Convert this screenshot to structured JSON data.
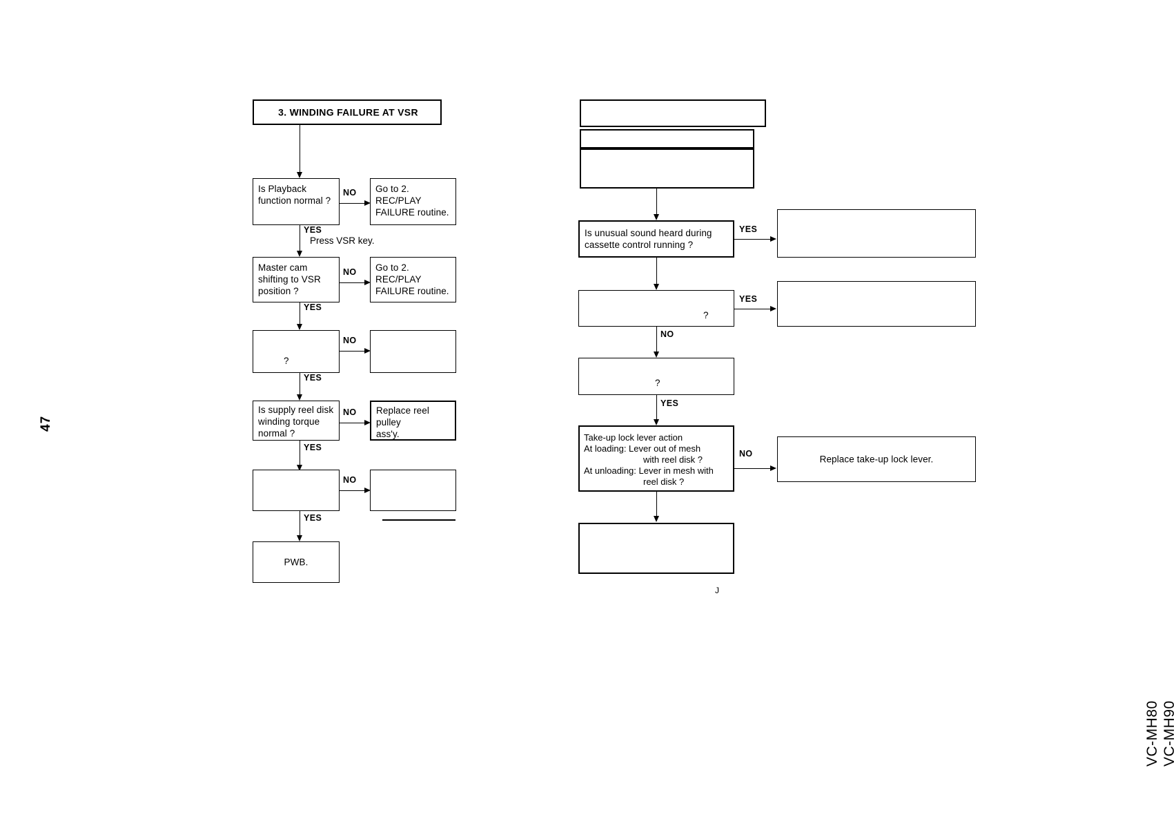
{
  "document": {
    "page_number": "47",
    "model_lines": [
      "VC-MH80",
      "VC-MH90"
    ],
    "stray_mark": "J"
  },
  "left_flow": {
    "title": "3. WINDING FAILURE AT VSR",
    "side_note": "Press VSR key.",
    "steps": [
      {
        "id": "playback",
        "question": "Is Playback\nfunction normal ?",
        "no_label": "NO",
        "yes_label": "YES",
        "no_target": "Go to 2. REC/PLAY\nFAILURE routine."
      },
      {
        "id": "master-cam",
        "question": "Master cam\nshifting to VSR\nposition ?",
        "no_label": "NO",
        "yes_label": "YES",
        "no_target": "Go to 2. REC/PLAY\nFAILURE routine."
      },
      {
        "id": "unknown-1",
        "question": "?",
        "no_label": "NO",
        "yes_label": "YES",
        "no_target": ""
      },
      {
        "id": "supply-reel",
        "question": "Is supply reel disk\nwinding torque\nnormal ?",
        "no_label": "NO",
        "yes_label": "YES",
        "no_target": "Replace reel pulley\nass'y."
      },
      {
        "id": "unknown-2",
        "question": "",
        "no_label": "NO",
        "yes_label": "YES",
        "no_target": ""
      }
    ],
    "terminal": "PWB."
  },
  "right_flow": {
    "header_boxes": [
      "",
      "",
      ""
    ],
    "steps": [
      {
        "id": "unusual-sound",
        "question": "Is unusual sound heard during\ncassette control running ?",
        "branch_label": "YES",
        "branch_target": ""
      },
      {
        "id": "unknown-3",
        "question": "?",
        "branch_label": "YES",
        "down_label": "NO",
        "branch_target": ""
      },
      {
        "id": "unknown-4",
        "question": "?",
        "down_label": "YES",
        "branch_target": ""
      },
      {
        "id": "take-up-lock-lever",
        "question_lines": [
          "Take-up lock lever action",
          "At loading:      Lever  out  of  mesh",
          "with reel disk ?",
          "At unloading: Lever  in  mesh  with",
          "reel disk ?"
        ],
        "branch_label": "NO",
        "branch_target": "Replace take-up lock lever."
      }
    ],
    "terminal": ""
  }
}
